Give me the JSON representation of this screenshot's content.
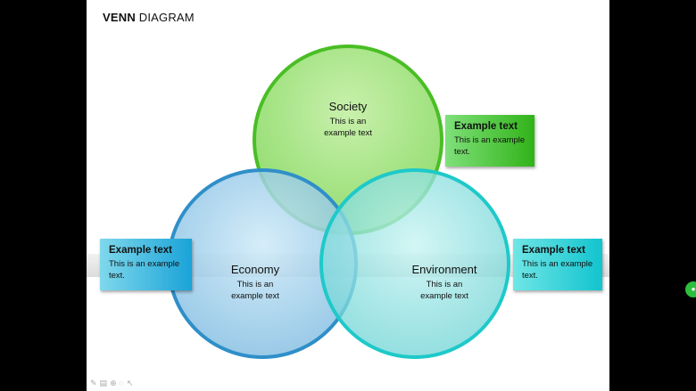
{
  "slide": {
    "title_bold": "VENN",
    "title_rest": " DIAGRAM"
  },
  "circles": {
    "society": {
      "title": "Society",
      "text": "This is an example text",
      "color": "#5cc83a"
    },
    "economy": {
      "title": "Economy",
      "text": "This is an example text",
      "color": "#2f8fc8"
    },
    "environment": {
      "title": "Environment",
      "text": "This is an example text",
      "color": "#19c6c8"
    }
  },
  "callouts": {
    "right_top": {
      "title": "Example text",
      "text": "This is an example text."
    },
    "left_mid": {
      "title": "Example text",
      "text": "This is an example text."
    },
    "right_mid": {
      "title": "Example text",
      "text": "This is an example text."
    }
  },
  "toolbar_icons": [
    "pen-icon",
    "slides-icon",
    "zoom-icon",
    "settings-icon",
    "pointer-icon"
  ]
}
